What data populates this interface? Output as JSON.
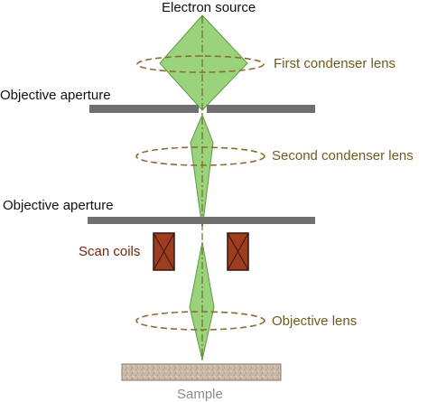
{
  "labels": {
    "electron_source": "Electron source",
    "first_condenser_lens": "First condenser lens",
    "objective_aperture_top": "Objective aperture",
    "second_condenser_lens": "Second condenser lens",
    "objective_aperture_bottom": "Objective aperture",
    "scan_coils": "Scan coils",
    "objective_lens": "Objective lens",
    "sample": "Sample"
  },
  "colors": {
    "beam_fill": "#9bd37c",
    "beam_stroke": "#5c9a45",
    "lens_dash": "#8a6d2f",
    "aperture": "#6f6f6f",
    "coil_fill": "#9e3d1f",
    "coil_stroke": "#3a1408",
    "sample_fill": "#c9b7a5",
    "axis": "#6b6b2e"
  }
}
